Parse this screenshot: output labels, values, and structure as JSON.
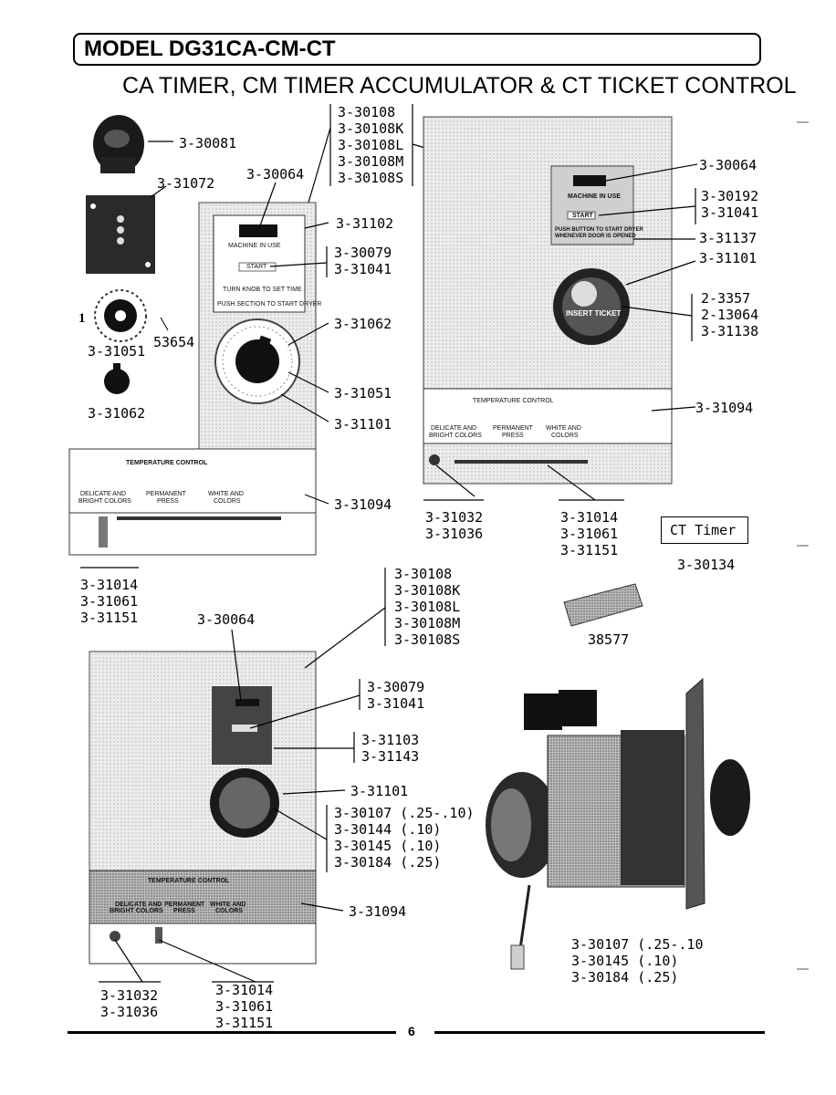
{
  "title": "MODEL DG31CA-CM-CT",
  "subtitle": "CA TIMER, CM TIMER ACCUMULATOR & CT TICKET CONTROL",
  "page_number": "6",
  "ct_box_label": "CT Timer",
  "parts": {
    "p30081": "3-30081",
    "p31072": "3-31072",
    "p30064_a": "3-30064",
    "group_30108_a": [
      "3-30108",
      "3-30108K",
      "3-30108L",
      "3-30108M",
      "3-30108S"
    ],
    "p31102": "3-31102",
    "group_30079_a": [
      "3-30079",
      "3-31041"
    ],
    "p1_mark": "1",
    "p53654": "53654",
    "p31051_a": "3-31051",
    "p31062_a": "3-31062",
    "p31062_b": "3-31062",
    "p31051_b": "3-31051",
    "p31101_a": "3-31101",
    "p31094_a": "3-31094",
    "group_31014_a": [
      "3-31014",
      "3-31061",
      "3-31151"
    ],
    "p30064_b": "3-30064",
    "group_30192": [
      "3-30192",
      "3-31041"
    ],
    "p31137": "3-31137",
    "p31101_b": "3-31101",
    "group_3357": [
      "2-3357",
      "2-13064",
      "3-31138"
    ],
    "p31094_b": "3-31094",
    "group_31032_b": [
      "3-31032",
      "3-31036"
    ],
    "group_31014_b": [
      "3-31014",
      "3-31061",
      "3-31151"
    ],
    "p30134": "3-30134",
    "group_30108_c": [
      "3-30108",
      "3-30108K",
      "3-30108L",
      "3-30108M",
      "3-30108S"
    ],
    "p30064_c": "3-30064",
    "p38577": "38577",
    "group_30079_c": [
      "3-30079",
      "3-31041"
    ],
    "group_31103": [
      "3-31103",
      "3-31143"
    ],
    "p31101_c": "3-31101",
    "group_30107_c": [
      "3-30107 (.25-.10)",
      "3-30144 (.10)",
      "3-30145 (.10)",
      "3-30184 (.25)"
    ],
    "p31094_c": "3-31094",
    "group_30107_d": [
      "3-30107 (.25-.10",
      "3-30145 (.10)",
      "3-30184 (.25)"
    ],
    "group_31032_c": [
      "3-31032",
      "3-31036"
    ],
    "group_31014_c": [
      "3-31014",
      "3-31061",
      "3-31151"
    ]
  },
  "plate_text": {
    "machine_in_use": "MACHINE IN USE",
    "start": "START",
    "turn_knob": "TURN KNOB TO SET TIME",
    "push_section": "PUSH SECTION TO START DRYER",
    "push_button": "PUSH BUTTON TO START DRYER",
    "whenever_door": "WHENEVER DOOR IS OPENED",
    "insert_ticket": "INSERT TICKET",
    "temperature_control": "TEMPERATURE CONTROL",
    "delicate": "DELICATE AND",
    "bright_colors": "BRIGHT COLORS",
    "permanent": "PERMANENT",
    "press": "PRESS",
    "white_and": "WHITE AND",
    "colors": "COLORS"
  },
  "colors": {
    "ink": "#000000",
    "panel_gray": "#d9d9d9",
    "dark_gray": "#3a3a3a"
  }
}
